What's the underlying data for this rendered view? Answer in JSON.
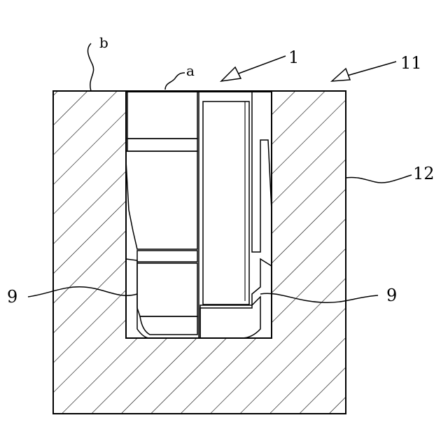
{
  "diagram": {
    "labels": {
      "b": "b",
      "a": "a",
      "one": "1",
      "eleven": "11",
      "twelve": "12",
      "nine_left": "9",
      "nine_right": "9"
    },
    "colors": {
      "line": "#000000",
      "background": "#ffffff"
    }
  }
}
